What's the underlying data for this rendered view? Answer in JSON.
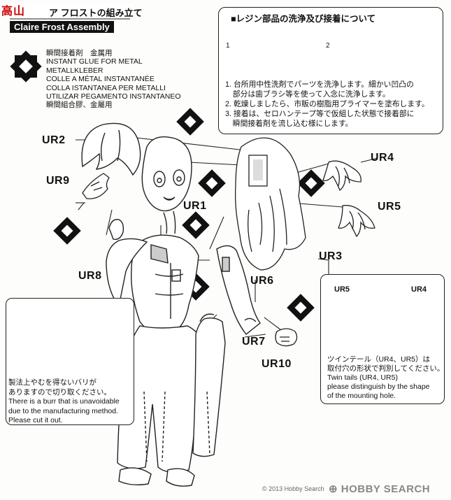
{
  "header": {
    "logo": "高山",
    "title_jp": "ア フロストの組み立て",
    "title_en": "Claire Frost Assembly"
  },
  "glue": {
    "icon": "diamond-glue-icon",
    "lines": [
      "瞬間接着剤　金属用",
      "INSTANT GLUE FOR METAL",
      "METALLKLEBER",
      "COLLE A MÉTAL INSTANTANÉE",
      "COLLA ISTANTANEA PER METALLI",
      "UTILIZAR PEGAMENTO INSTANTANEO",
      "瞬間組合膠、金屬用"
    ]
  },
  "resin": {
    "title": "■レジン部品の洗浄及び接着について",
    "illus_num_1": "1",
    "illus_num_2": "2",
    "steps": [
      "1. 台所用中性洗剤でパーツを洗浄します。細かい凹凸の",
      "　部分は歯ブラシ等を使って入念に洗浄します。",
      "2. 乾燥しましたら、市販の樹脂用プライマーを塗布します。",
      "3. 接着は、セロハンテープ等で仮組した状態で接着部に",
      "　瞬間接着剤を流し込む様にします。"
    ]
  },
  "parts": {
    "ur1": "UR1",
    "ur2": "UR2",
    "ur3": "UR3",
    "ur4": "UR4",
    "ur5": "UR5",
    "ur6": "UR6",
    "ur7": "UR7",
    "ur8": "UR8",
    "ur9": "UR9",
    "ur10": "UR10"
  },
  "burr": {
    "icon": "exclamation-icon",
    "lines": [
      "製法上やむを得ないバリが",
      "ありますので切り取ください。",
      "There is a burr that is unavoidable",
      "due to the manufacturing method.",
      "Please cut it out."
    ]
  },
  "twin": {
    "label_ur5": "UR5",
    "label_ur4": "UR4",
    "icon": "exclamation-icon",
    "lines": [
      "ツインテール（UR4、UR5）は",
      "取付穴の形状で判別してください。",
      "Twin tails (UR4, UR5)",
      "please distinguish by the shape",
      "of the mounting hole."
    ]
  },
  "footer": {
    "mark": "⊕ HOBBY SEARCH",
    "copy": "© 2013 Hobby Search"
  }
}
